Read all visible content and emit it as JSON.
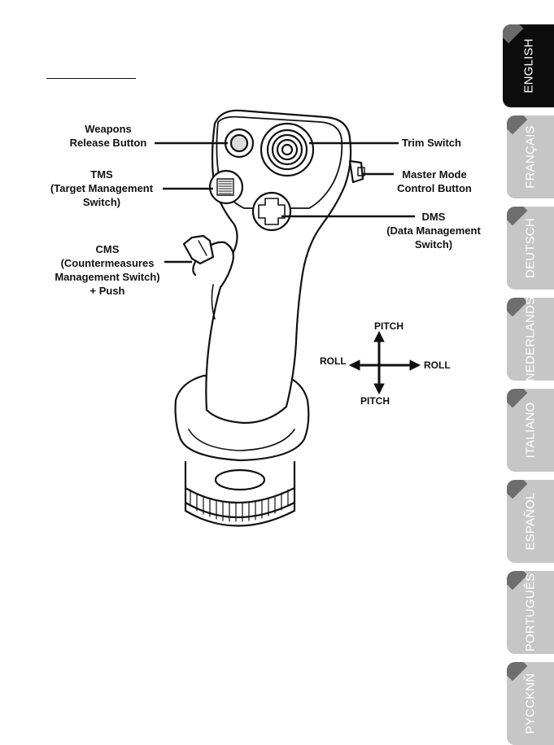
{
  "diagram": {
    "labels": {
      "weapons_release": [
        "Weapons",
        "Release Button"
      ],
      "tms": [
        "TMS",
        "(Target Management",
        "Switch)"
      ],
      "cms": [
        "CMS",
        "(Countermeasures",
        "Management Switch)",
        "+ Push"
      ],
      "trim_switch": [
        "Trim Switch"
      ],
      "master_mode": [
        "Master Mode",
        "Control Button"
      ],
      "dms": [
        "DMS",
        "(Data Management",
        "Switch)"
      ]
    },
    "directions": {
      "pitch_top": "PITCH",
      "pitch_bottom": "PITCH",
      "roll_left": "ROLL",
      "roll_right": "ROLL"
    }
  },
  "language_tabs": [
    {
      "label": "ENGLISH",
      "active": true
    },
    {
      "label": "FRANÇAIS",
      "active": false
    },
    {
      "label": "DEUTSCH",
      "active": false
    },
    {
      "label": "NEDERLANDS",
      "active": false
    },
    {
      "label": "ITALIANO",
      "active": false
    },
    {
      "label": "ESPAÑOL",
      "active": false
    },
    {
      "label": "PORTUGUÊS",
      "active": false
    },
    {
      "label": "PYCCKNŇ",
      "active": false
    }
  ],
  "colors": {
    "tab_active": "#0c0c0c",
    "tab_inactive": "#c6c6c6",
    "line": "#111111"
  }
}
